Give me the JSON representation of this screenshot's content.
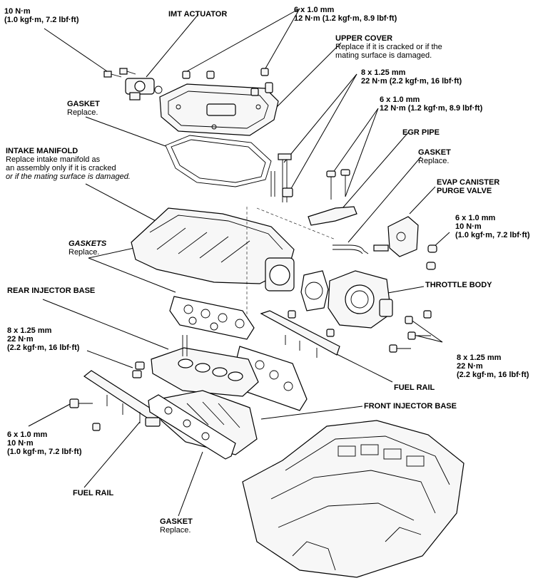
{
  "labels": {
    "torque_10nm_top": {
      "l1": "10 N·m",
      "l2": "(1.0 kgf·m, 7.2 lbf·ft)"
    },
    "imt_actuator": {
      "title": "IMT ACTUATOR"
    },
    "torque_6x10_12nm_top": {
      "l1": "6 x 1.0 mm",
      "l2": "12 N·m (1.2 kgf·m, 8.9 lbf·ft)"
    },
    "upper_cover": {
      "title": "UPPER COVER",
      "l1": "Replace if it is cracked or if the",
      "l2": "mating surface is damaged."
    },
    "gasket_top": {
      "title": "GASKET",
      "l1": "Replace."
    },
    "torque_8x125_22nm_top": {
      "l1": "8 x 1.25 mm",
      "l2": "22 N·m (2.2 kgf·m, 16 lbf·ft)"
    },
    "torque_6x10_12nm_mid": {
      "l1": "6 x 1.0 mm",
      "l2": "12 N·m (1.2 kgf·m, 8.9 lbf·ft)"
    },
    "egr_pipe": {
      "title": "EGR PIPE"
    },
    "intake_manifold": {
      "title": "INTAKE MANIFOLD",
      "l1": "Replace intake manifold as",
      "l2": "an assembly only if it is cracked",
      "l3": "or if the mating surface is damaged."
    },
    "gasket_right": {
      "title": "GASKET",
      "l1": "Replace."
    },
    "evap_canister": {
      "l1": "EVAP CANISTER",
      "l2": "PURGE VALVE"
    },
    "torque_6x10_10nm_right": {
      "l1": "6 x 1.0 mm",
      "l2": "10 N·m",
      "l3": "(1.0 kgf·m, 7.2 lbf·ft)"
    },
    "gaskets_mid": {
      "title": "GASKETS",
      "l1": "Replace."
    },
    "throttle_body": {
      "title": "THROTTLE BODY"
    },
    "rear_injector_base": {
      "title": "REAR INJECTOR BASE"
    },
    "torque_8x125_22nm_left": {
      "l1": "8 x 1.25 mm",
      "l2": "22 N·m",
      "l3": "(2.2 kgf·m, 16 lbf·ft)"
    },
    "torque_8x125_22nm_right": {
      "l1": "8 x 1.25 mm",
      "l2": "22 N·m",
      "l3": "(2.2 kgf·m, 16 lbf·ft)"
    },
    "fuel_rail_right": {
      "title": "FUEL RAIL"
    },
    "front_injector_base": {
      "title": "FRONT INJECTOR BASE"
    },
    "torque_6x10_10nm_left": {
      "l1": "6 x 1.0 mm",
      "l2": "10 N·m",
      "l3": "(1.0 kgf·m, 7.2 lbf·ft)"
    },
    "fuel_rail_left": {
      "title": "FUEL RAIL"
    },
    "gasket_bottom": {
      "title": "GASKET",
      "l1": "Replace."
    }
  }
}
